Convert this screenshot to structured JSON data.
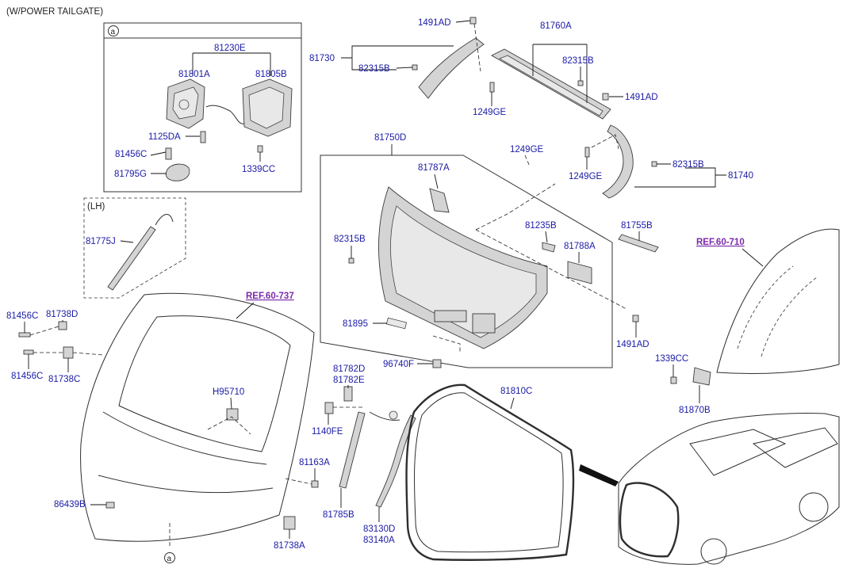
{
  "header": {
    "variant": "(W/POWER TAILGATE)",
    "lh_label": "(LH)"
  },
  "callouts": {
    "detail_a": "a",
    "bottom_a": "a"
  },
  "refs": {
    "ref_737": "REF.60-737",
    "ref_710": "REF.60-710"
  },
  "labels": {
    "p81230E": "81230E",
    "p81801A": "81801A",
    "p81805B": "81805B",
    "p1125DA": "1125DA",
    "p81456C_a": "81456C",
    "p81795G": "81795G",
    "p1339CC_a": "1339CC",
    "p1491AD_1": "1491AD",
    "p81760A": "81760A",
    "p81730": "81730",
    "p82315B_1": "82315B",
    "p82315B_2": "82315B",
    "p1249GE_1": "1249GE",
    "p1491AD_2": "1491AD",
    "p1249GE_2": "1249GE",
    "p1249GE_3": "1249GE",
    "p82315B_3": "82315B",
    "p81740": "81740",
    "p81750D": "81750D",
    "p81787A": "81787A",
    "p82315B_4": "82315B",
    "p81235B": "81235B",
    "p81755B": "81755B",
    "p81788A": "81788A",
    "p81895": "81895",
    "p1491AD_3": "1491AD",
    "p96740F": "96740F",
    "p81775J": "81775J",
    "p81456C_1": "81456C",
    "p81738D": "81738D",
    "p81456C_2": "81456C",
    "p81738C": "81738C",
    "p81782D": "81782D",
    "p81782E": "81782E",
    "p1140FE": "1140FE",
    "p81810C": "81810C",
    "p1339CC_b": "1339CC",
    "p81870B": "81870B",
    "p95710": "H95710",
    "p81163A": "81163A",
    "p86439B": "86439B",
    "p81785B": "81785B",
    "p83130D": "83130D",
    "p83140A": "83140A",
    "p81738A": "81738A"
  },
  "colors": {
    "part_label": "#1a1aa6",
    "reference_label": "#7a2aa8",
    "part_fill": "#d4d4d4"
  }
}
